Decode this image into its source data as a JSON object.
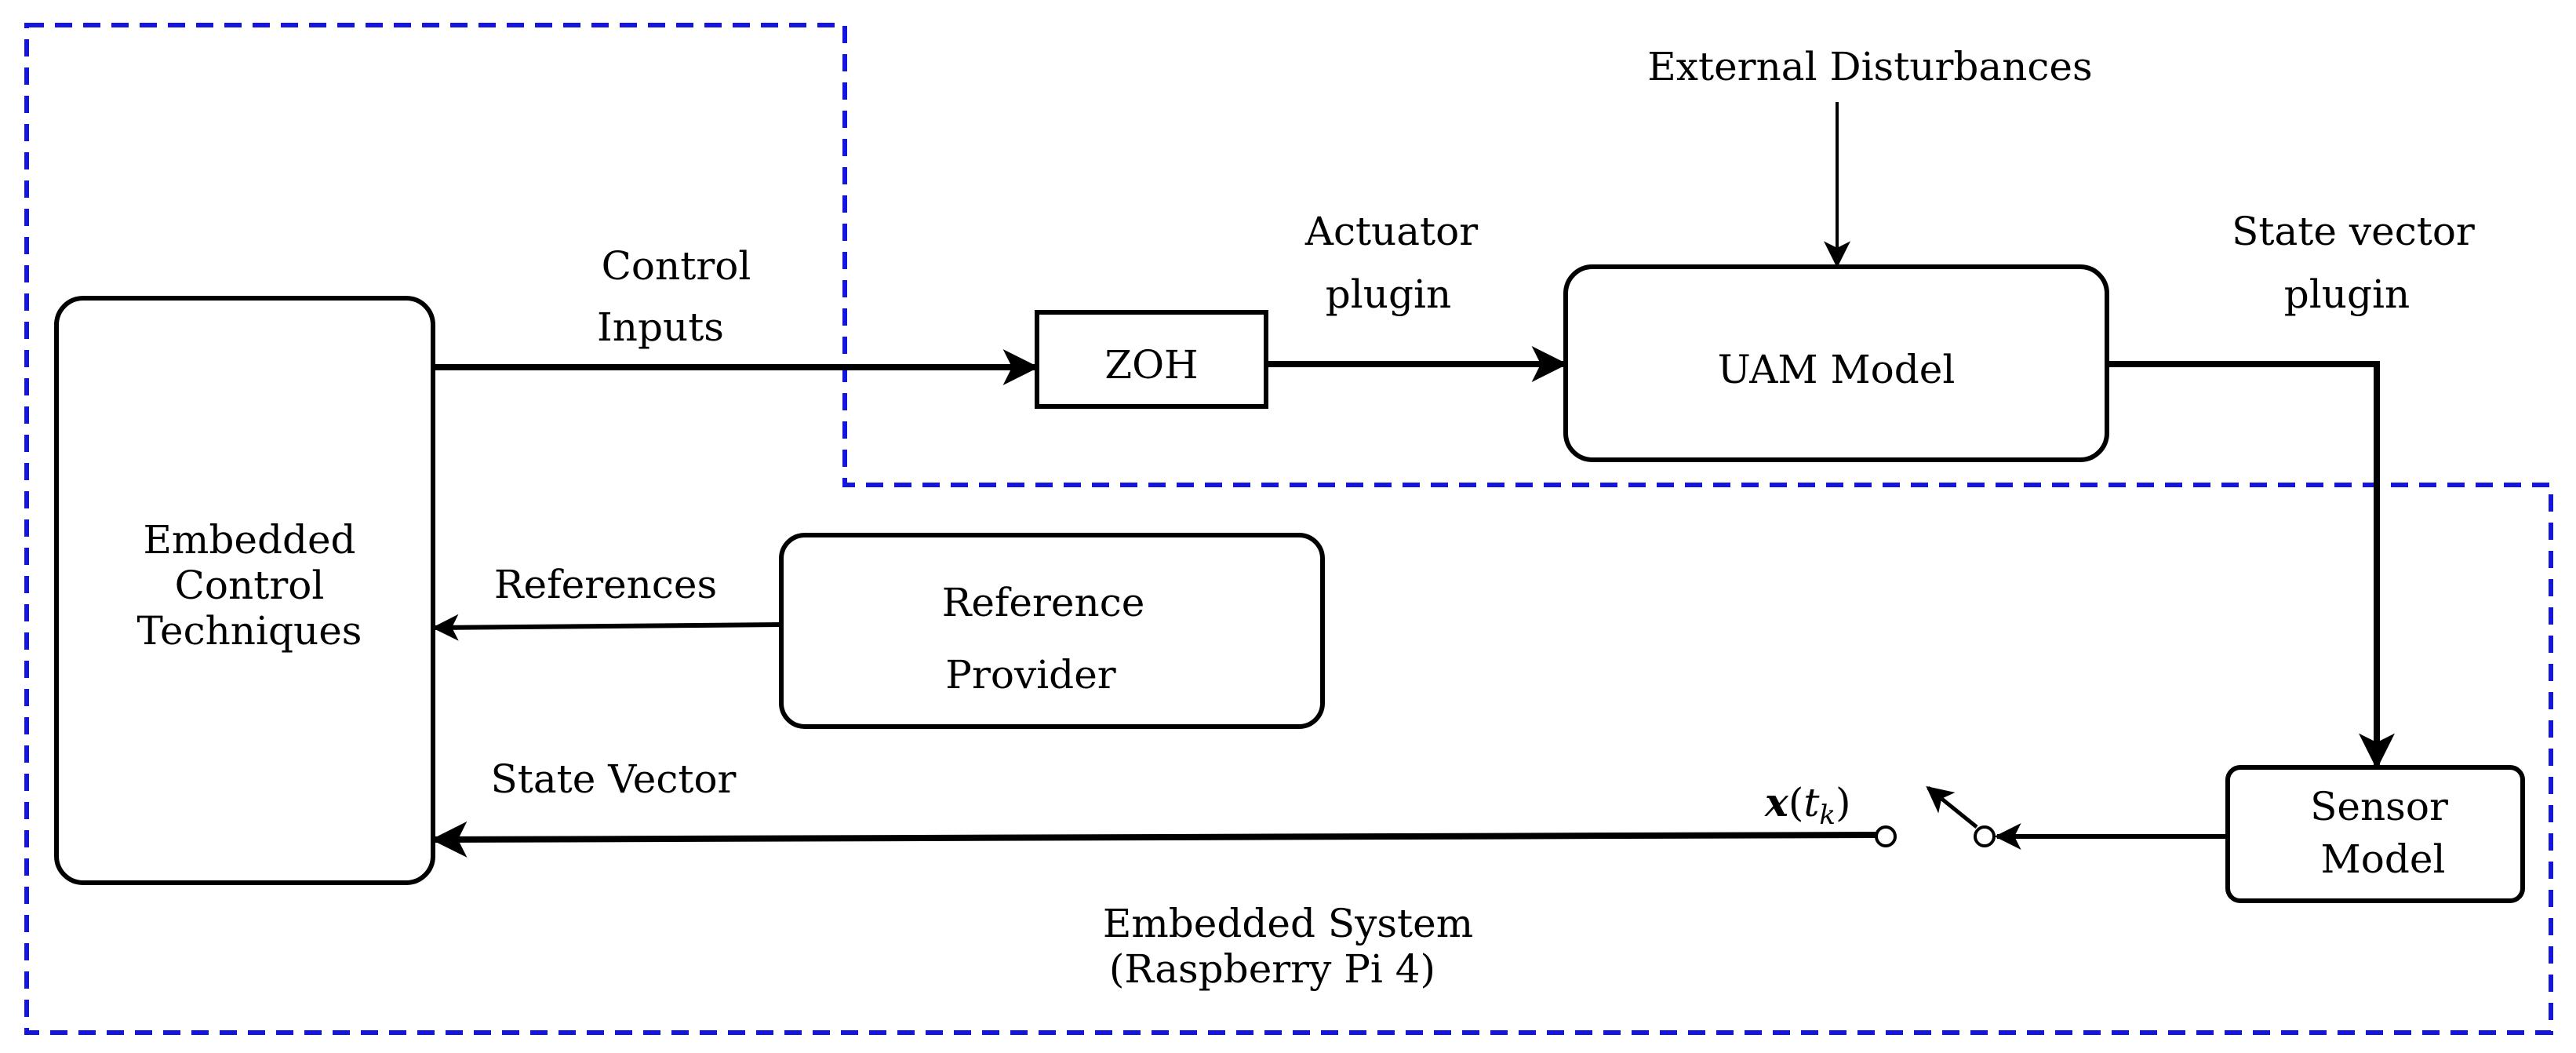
{
  "colors": {
    "stroke": "#000000",
    "embedded_boundary": "#1515e0",
    "background": "#ffffff"
  },
  "blocks": {
    "controller": {
      "line1": "Embedded",
      "line2": "Control",
      "line3": "Techniques"
    },
    "zoh": {
      "label": "ZOH"
    },
    "uam": {
      "label": "UAM Model"
    },
    "reference": {
      "line1": "Reference",
      "line2": "Provider"
    },
    "sensor": {
      "line1": "Sensor",
      "line2": "Model"
    }
  },
  "signals": {
    "control_inputs": {
      "line1": "Control",
      "line2": "Inputs"
    },
    "actuator": {
      "line1": "Actuator",
      "line2": "plugin"
    },
    "disturbances": "External Disturbances",
    "state_plugin": {
      "line1": "State vector",
      "line2": "plugin"
    },
    "references": "References",
    "state_vector": "State Vector",
    "sampled": {
      "base": "x",
      "open": "(",
      "sub_var": "t",
      "sub": "k",
      "close": ")"
    }
  },
  "region": {
    "line1": "Embedded System",
    "line2": "(Raspberry Pi 4)"
  }
}
